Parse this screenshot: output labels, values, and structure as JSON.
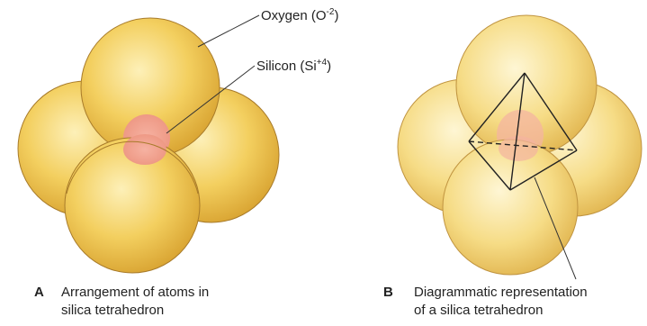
{
  "labels": {
    "oxygen_prefix": "Oxygen (O",
    "oxygen_charge": "-2",
    "oxygen_suffix": ")",
    "silicon_prefix": "Silicon (Si",
    "silicon_charge": "+4",
    "silicon_suffix": ")"
  },
  "panel_a": {
    "letter": "A",
    "caption_line1": "Arrangement of atoms in",
    "caption_line2": "silica tetrahedron"
  },
  "panel_b": {
    "letter": "B",
    "caption_line1": "Diagrammatic representation",
    "caption_line2": "of a silica tetrahedron"
  },
  "colors": {
    "oxygen_light": "#fdf0b8",
    "oxygen_mid": "#f3cf5f",
    "oxygen_dark": "#d9a432",
    "silicon": "#f2a08f",
    "outline": "#7a5a1e",
    "line": "#333333"
  }
}
